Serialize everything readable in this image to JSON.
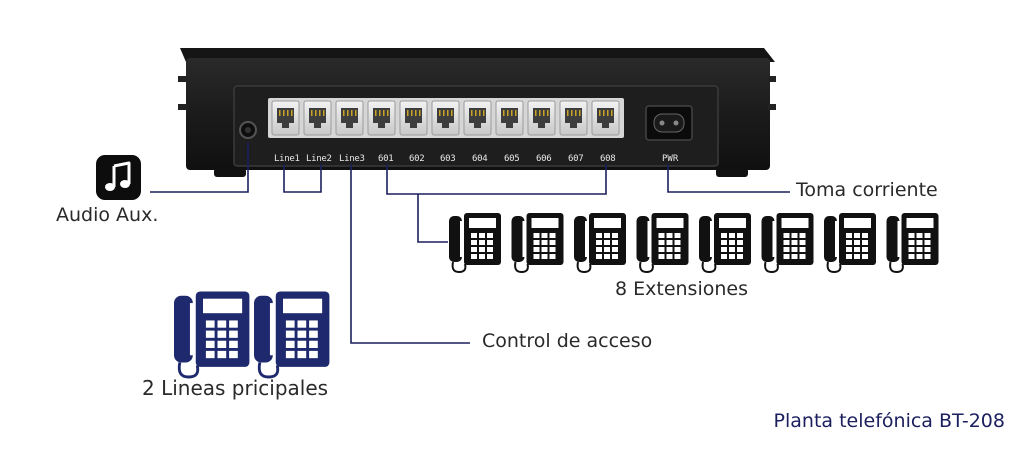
{
  "device": {
    "port_labels": [
      "Line1",
      "Line2",
      "Line3",
      "601",
      "602",
      "603",
      "604",
      "605",
      "606",
      "607",
      "608"
    ],
    "power_label": "PWR"
  },
  "labels": {
    "audio": "Audio Aux.",
    "power": "Toma corriente",
    "extensions": "8 Extensiones",
    "access": "Control de acceso",
    "main_lines": "2 Lineas pricipales",
    "brand": "Planta telefónica BT-208"
  },
  "icons": {
    "audio": "music-note-icon",
    "extension_phone": "office-phone-icon",
    "main_line_phone": "office-phone-icon"
  },
  "counts": {
    "extension_phones": 8,
    "main_line_phones": 2
  },
  "colors": {
    "line": "#1b1f5e",
    "main_phone": "#1f2a6e",
    "extension_phone": "#111111",
    "brand": "#1b1f5e"
  }
}
